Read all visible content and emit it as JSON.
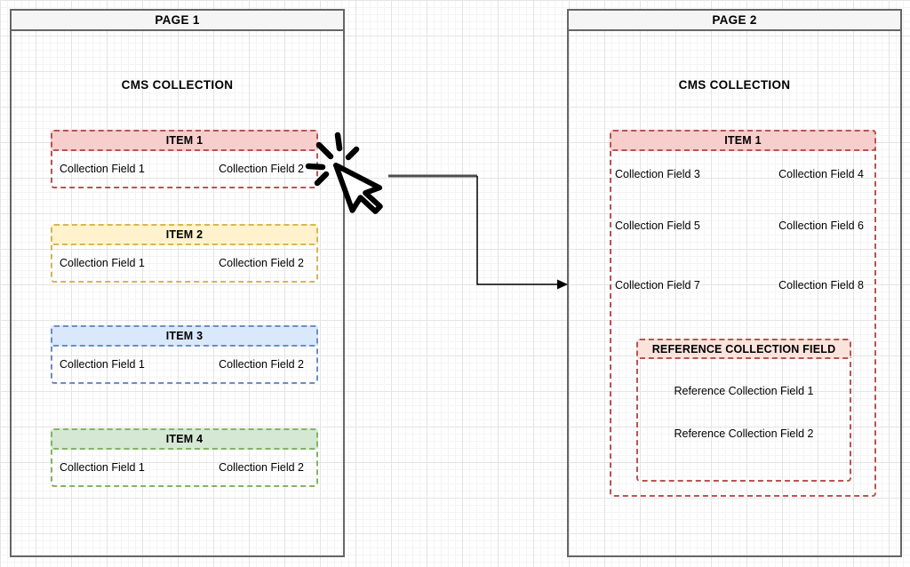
{
  "canvas": {
    "grid_minor_color": "#f4f4f4",
    "grid_major_color": "#e4e4e4",
    "page_border_color": "#666666",
    "page_header_fill": "#f5f5f5",
    "arrow_color": "#000000",
    "connector_color": "#4d4d4d"
  },
  "page1": {
    "title": "PAGE 1",
    "collection_title": "CMS COLLECTION",
    "items": [
      {
        "label": "ITEM 1",
        "fill": "#f8cecc",
        "border": "#b85450",
        "fields": [
          "Collection Field 1",
          "Collection Field 2"
        ]
      },
      {
        "label": "ITEM 2",
        "fill": "#fff2cc",
        "border": "#d6b656",
        "fields": [
          "Collection Field 1",
          "Collection Field 2"
        ]
      },
      {
        "label": "ITEM 3",
        "fill": "#dae8fc",
        "border": "#6c8ebf",
        "fields": [
          "Collection Field 1",
          "Collection Field 2"
        ]
      },
      {
        "label": "ITEM 4",
        "fill": "#d5e8d4",
        "border": "#82b366",
        "fields": [
          "Collection Field 1",
          "Collection Field 2"
        ]
      }
    ]
  },
  "page2": {
    "title": "PAGE 2",
    "collection_title": "CMS COLLECTION",
    "item": {
      "label": "ITEM 1",
      "fill": "#f8cecc",
      "border": "#b85450",
      "field_rows": [
        [
          "Collection Field 3",
          "Collection Field 4"
        ],
        [
          "Collection Field 5",
          "Collection Field 6"
        ],
        [
          "Collection Field 7",
          "Collection Field 8"
        ]
      ],
      "reference": {
        "label": "REFERENCE COLLECTION FIELD",
        "header_fill": "#fbe3dc",
        "border": "#b85450",
        "fields": [
          "Reference Collection Field 1",
          "Reference Collection Field 2"
        ]
      }
    }
  },
  "cursor": {
    "icon": "click-cursor"
  }
}
